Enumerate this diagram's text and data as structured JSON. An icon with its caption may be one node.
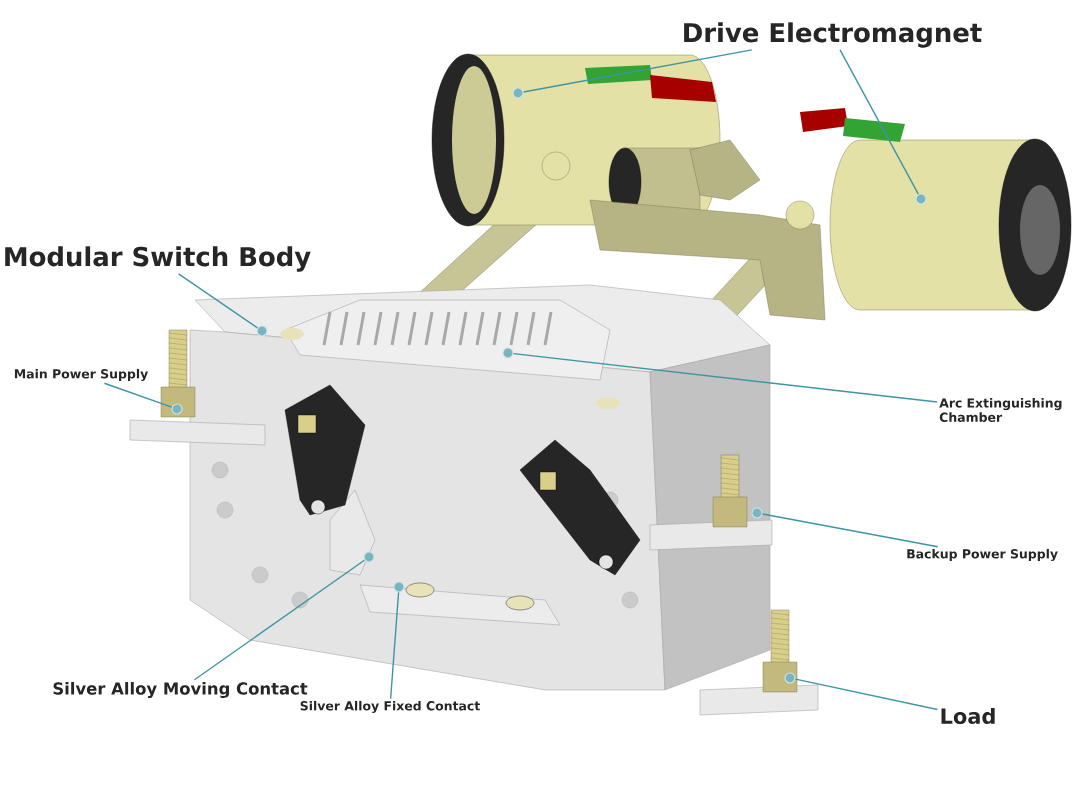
{
  "diagram": {
    "nodes": [
      {
        "text": [
          "Drive Electromagnet"
        ]
      },
      {
        "text": [],
        "shape": "circle"
      },
      {
        "text": [],
        "shape": "circle"
      },
      {
        "text": [
          "Modular Switch Body"
        ]
      },
      {
        "text": [],
        "shape": "circle"
      },
      {
        "text": [
          "Main Power Supply"
        ]
      },
      {
        "text": [],
        "shape": "circle"
      },
      {
        "text": [],
        "shape": "circle"
      },
      {
        "text": [
          "Arc Extinguishing Chamber"
        ]
      },
      {
        "text": [],
        "shape": "circle"
      },
      {
        "text": [
          "Backup Power Supply"
        ]
      },
      {
        "text": [],
        "shape": "circle"
      },
      {
        "text": [],
        "shape": "circle"
      },
      {
        "text": [],
        "shape": "circle"
      },
      {
        "text": [
          "Silver Alloy Moving Contact"
        ]
      },
      {
        "text": [
          "Silver Alloy Fixed Contact"
        ]
      },
      {
        "text": [
          "Load"
        ]
      }
    ],
    "edges": [
      {
        "from": 0,
        "to": 1,
        "arrow": "none"
      },
      {
        "from": 0,
        "to": 2,
        "arrow": "none"
      },
      {
        "from": 3,
        "to": 4,
        "arrow": "none"
      },
      {
        "from": 5,
        "to": 6,
        "arrow": "none"
      },
      {
        "from": 8,
        "to": 7,
        "arrow": "none"
      },
      {
        "from": 10,
        "to": 9,
        "arrow": "none"
      },
      {
        "from": 14,
        "to": 11,
        "arrow": "none"
      },
      {
        "from": 15,
        "to": 12,
        "arrow": "none"
      },
      {
        "from": 16,
        "to": 13,
        "arrow": "none"
      }
    ]
  }
}
